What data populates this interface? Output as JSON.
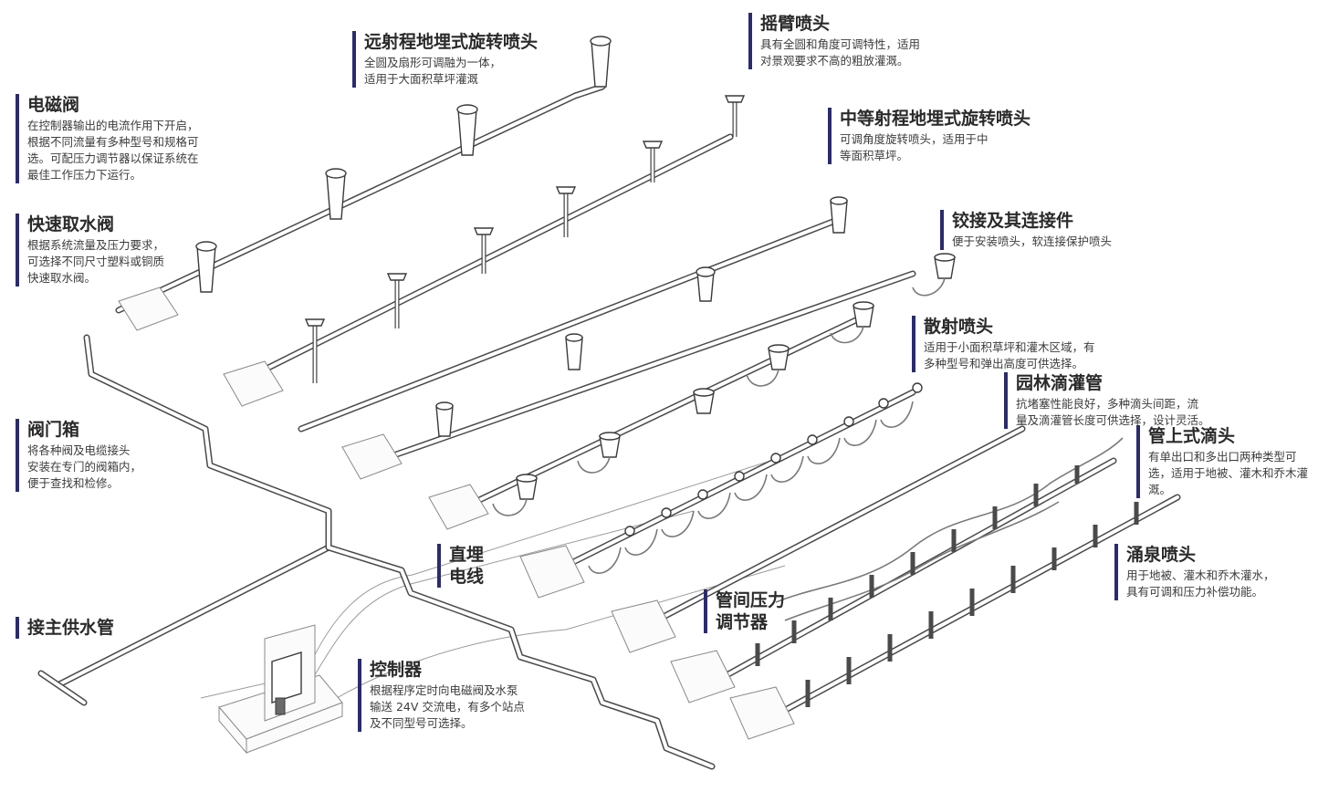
{
  "callouts": {
    "long_range_rotor": {
      "title": "远射程地埋式旋转喷头",
      "lines": [
        "全圆及扇形可调融为一体，",
        "适用于大面积草坪灌溉"
      ]
    },
    "impact_sprinkler": {
      "title": "摇臂喷头",
      "lines": [
        "具有全圆和角度可调特性，适用",
        "对景观要求不高的粗放灌溉。"
      ]
    },
    "solenoid_valve": {
      "title": "电磁阀",
      "lines": [
        "在控制器输出的电流作用下开启，",
        "根据不同流量有多种型号和规格可",
        "选。可配压力调节器以保证系统在",
        "最佳工作压力下运行。"
      ]
    },
    "mid_range_rotor": {
      "title": "中等射程地埋式旋转喷头",
      "lines": [
        "可调角度旋转喷头，适用于中",
        "等面积草坪。"
      ]
    },
    "quick_coupling": {
      "title": "快速取水阀",
      "lines": [
        "根据系统流量及压力要求，",
        "可选择不同尺寸塑料或铜质",
        "快速取水阀。"
      ]
    },
    "swing_joint": {
      "title": "铰接及其连接件",
      "lines": [
        "便于安装喷头，软连接保护喷头"
      ]
    },
    "spray_head": {
      "title": "散射喷头",
      "lines": [
        "适用于小面积草坪和灌木区域，有",
        "多种型号和弹出高度可供选择。"
      ]
    },
    "drip_line": {
      "title": "园林滴灌管",
      "lines": [
        "抗堵塞性能良好，多种滴头间距，流",
        "量及滴灌管长度可供选择，设计灵活。"
      ]
    },
    "valve_box": {
      "title": "阀门箱",
      "lines": [
        "将各种阀及电缆接头",
        "安装在专门的阀箱内，",
        "便于查找和检修。"
      ]
    },
    "inline_emitter": {
      "title": "管上式滴头",
      "lines": [
        "有单出口和多出口两种类型可",
        "选，适用于地被、灌木和乔木灌",
        "溉。"
      ]
    },
    "direct_burial_wire": {
      "title_lines": [
        "直埋",
        "电线"
      ]
    },
    "bubbler": {
      "title": "涌泉喷头",
      "lines": [
        "用于地被、灌木和乔木灌水，",
        "具有可调和压力补偿功能。"
      ]
    },
    "pressure_regulator": {
      "title_lines": [
        "管间压力",
        "调节器"
      ]
    },
    "main_supply": {
      "title": "接主供水管"
    },
    "controller": {
      "title": "控制器",
      "lines": [
        "根据程序定时向电磁阀及水泵",
        "输送 24V 交流电，有多个站点",
        "及不同型号可选择。"
      ]
    }
  },
  "colors": {
    "accent_bar": "#2b2b6e",
    "pipe_stroke": "#4a4a4a",
    "text": "#2f2f2f"
  },
  "icons": [
    "rotor-sprinkler-icon",
    "impact-sprinkler-icon",
    "spray-head-icon",
    "bubbler-icon",
    "valve-box-icon",
    "controller-icon"
  ]
}
